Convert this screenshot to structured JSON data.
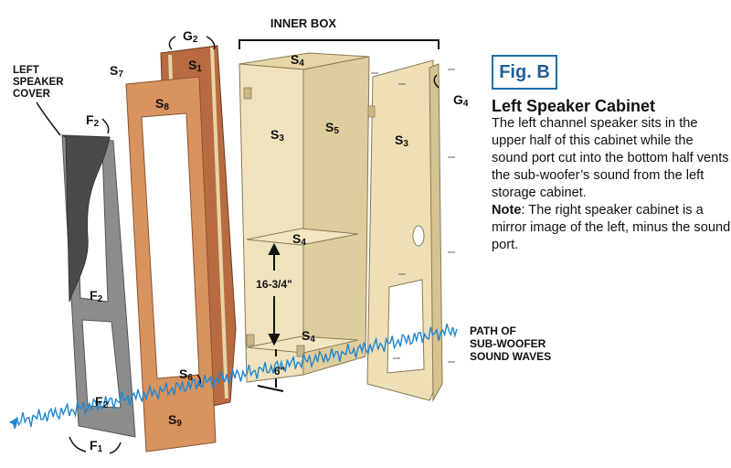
{
  "figure": {
    "label": "Fig. B",
    "title": "Left Speaker Cabinet",
    "description": "The left channel speaker sits in the upper half of this cabinet while the sound port cut into the bottom half vents the sub-woofer’s sound from the left storage cabinet.",
    "note_label": "Note",
    "note_text": ": The right speaker cabinet is a mirror image of the left, minus the sound port."
  },
  "labels": {
    "inner_box": "INNER BOX",
    "left_speaker_cover": [
      "LEFT",
      "SPEAKER",
      "COVER"
    ],
    "path_label": [
      "PATH OF",
      "SUB-WOOFER",
      "SOUND WAVES"
    ]
  },
  "dimensions": {
    "shelf_spacing": "16-3/4\"",
    "bottom_gap": "6\""
  },
  "parts": {
    "G2": {
      "letter": "G",
      "num": "2"
    },
    "S1": {
      "letter": "S",
      "num": "1"
    },
    "S7": {
      "letter": "S",
      "num": "7"
    },
    "S8": {
      "letter": "S",
      "num": "8"
    },
    "S4_top": {
      "letter": "S",
      "num": "4"
    },
    "S3_left": {
      "letter": "S",
      "num": "3"
    },
    "S5": {
      "letter": "S",
      "num": "5"
    },
    "S3_right": {
      "letter": "S",
      "num": "3"
    },
    "G4": {
      "letter": "G",
      "num": "4"
    },
    "F2_top": {
      "letter": "F",
      "num": "2"
    },
    "S4_mid": {
      "letter": "S",
      "num": "4"
    },
    "F2_mid": {
      "letter": "F",
      "num": "2"
    },
    "S4_bot": {
      "letter": "S",
      "num": "4"
    },
    "S6": {
      "letter": "S",
      "num": "6"
    },
    "F2_bot": {
      "letter": "F",
      "num": "2"
    },
    "S9": {
      "letter": "S",
      "num": "9"
    },
    "F1": {
      "letter": "F",
      "num": "1"
    }
  },
  "colors": {
    "cover_frame": "#8c8c8c",
    "cover_grille": "#4a4a4a",
    "face_frame": "#d9935f",
    "back_panel": "#b86b40",
    "box_panel": "#f0e2bd",
    "box_shadow": "#d8c79c",
    "sound_wave": "#1f86d1"
  }
}
